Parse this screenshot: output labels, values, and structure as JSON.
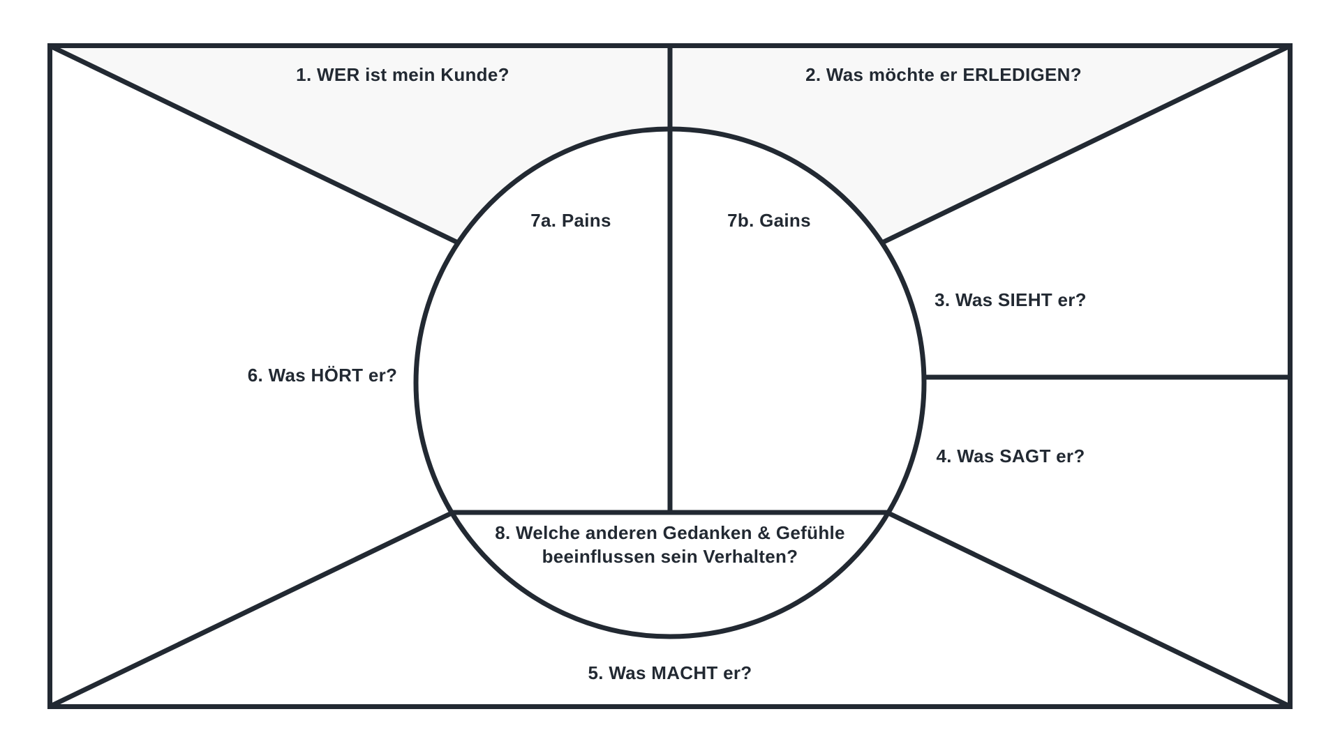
{
  "diagram": {
    "type": "empathy-map",
    "colors": {
      "line": "#222932",
      "text": "#222932",
      "background": "#ffffff",
      "top_triangles_fill": "#f8f8f8"
    },
    "sections": {
      "who": {
        "label": "1. WER ist mein Kunde?"
      },
      "jobs": {
        "label": "2. Was möchte er ERLEDIGEN?"
      },
      "see": {
        "label": "3. Was SIEHT er?"
      },
      "say": {
        "label": "4. Was SAGT er?"
      },
      "do": {
        "label": "5. Was MACHT er?"
      },
      "hear": {
        "label": "6. Was HÖRT er?"
      },
      "pains": {
        "label": "7a. Pains"
      },
      "gains": {
        "label": "7b. Gains"
      },
      "thoughts": {
        "label_line1": "8. Welche anderen Gedanken & Gefühle",
        "label_line2": "beeinflussen sein Verhalten?"
      }
    }
  }
}
